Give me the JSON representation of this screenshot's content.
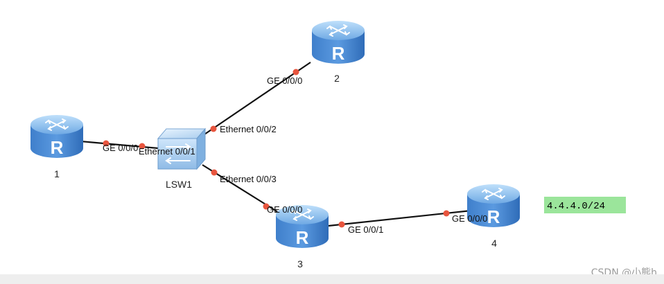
{
  "nodes": {
    "r1": {
      "label": "1",
      "letter": "R"
    },
    "r2": {
      "label": "2",
      "letter": "R"
    },
    "r3": {
      "label": "3",
      "letter": "R"
    },
    "r4": {
      "label": "4",
      "letter": "R"
    },
    "sw": {
      "label": "LSW1"
    }
  },
  "ports": {
    "r1_ge": "GE 0/0/0",
    "sw_e1": "Ethernet 0/0/1",
    "sw_e2": "Ethernet 0/0/2",
    "sw_e3": "Ethernet 0/0/3",
    "r2_ge": "GE 0/0/0",
    "r3_ge0": "GE 0/0/0",
    "r3_ge1": "GE 0/0/1",
    "r4_ge": "GE 0/0/0"
  },
  "subnet_tag": "4.4.4.0/24",
  "watermark": "CSDN @小熊h",
  "colors": {
    "router_blue": "#4f8fd6",
    "port_dot": "#e8553e",
    "link": "#111111",
    "subnet_bg": "#9be59b"
  }
}
